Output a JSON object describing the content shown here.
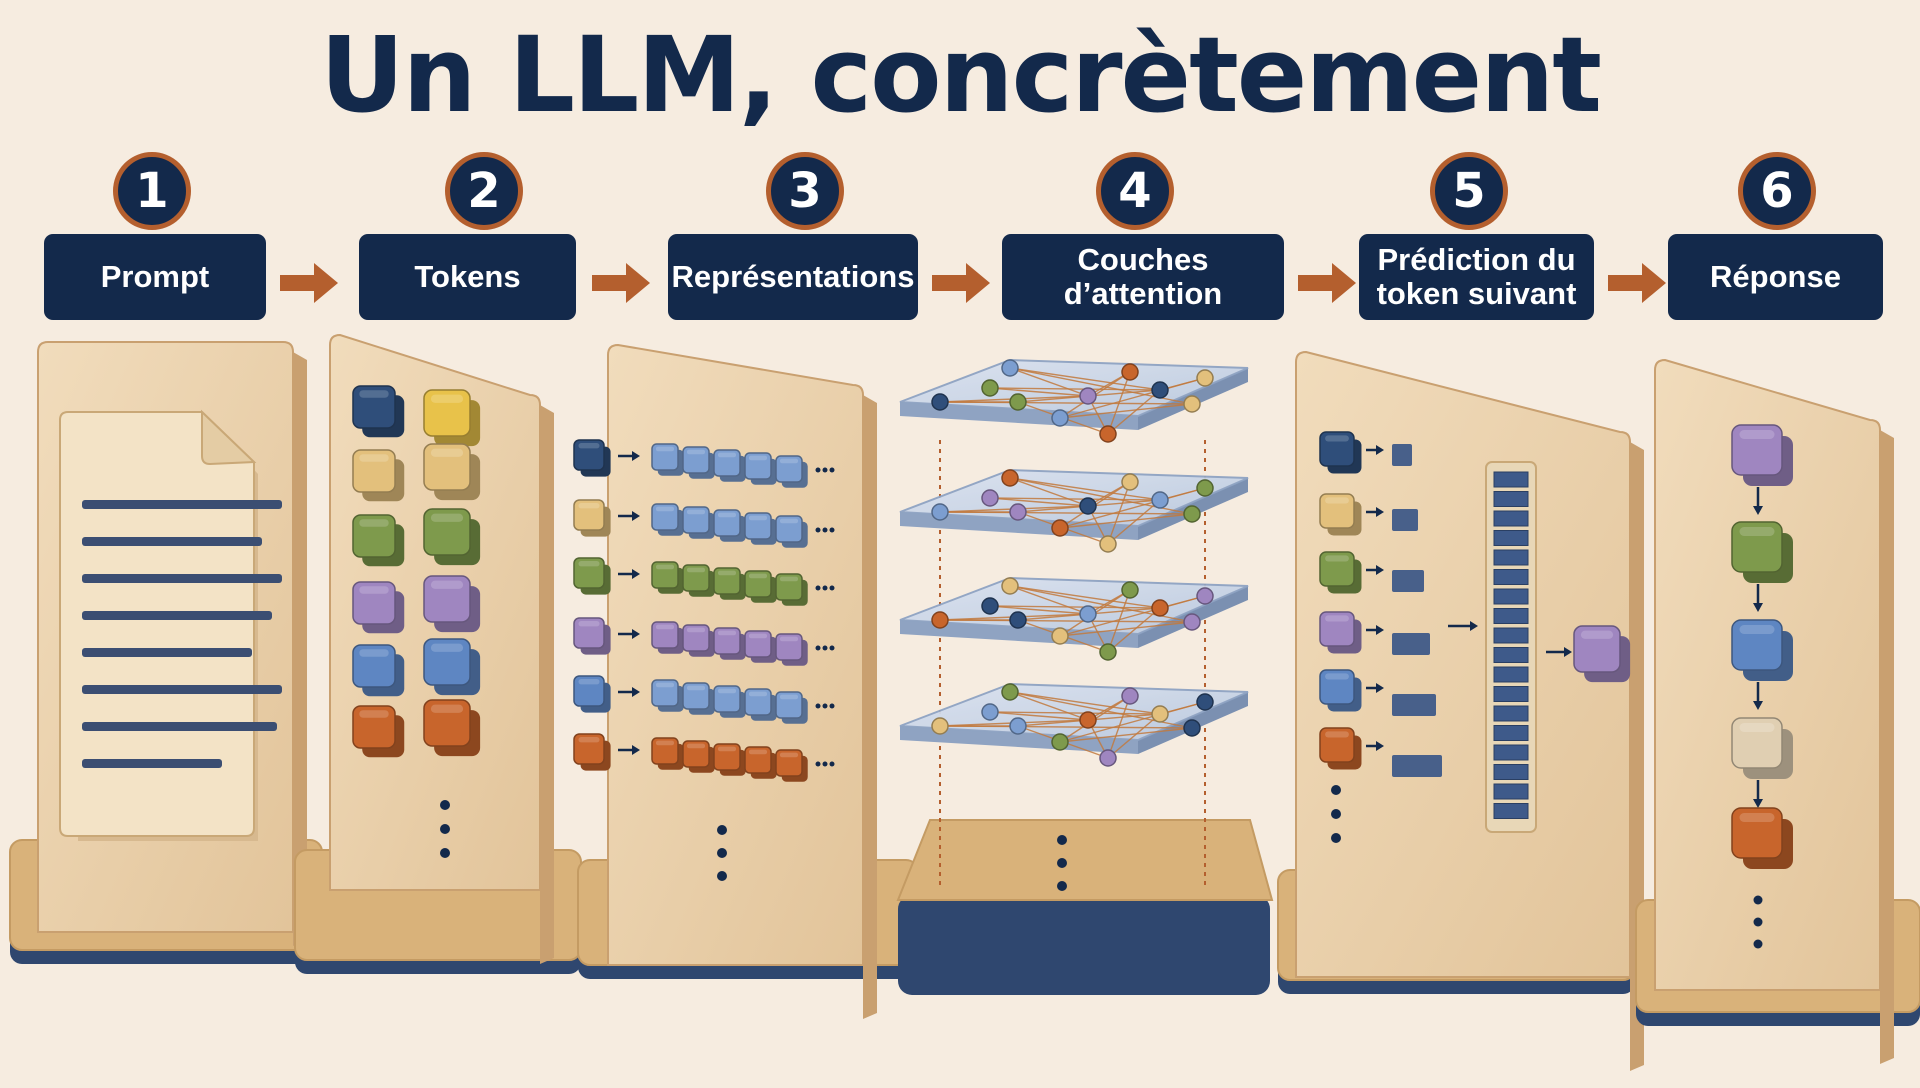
{
  "title": "Un LLM, concrètement",
  "steps": [
    {
      "number": "1",
      "label": "Prompt"
    },
    {
      "number": "2",
      "label": "Tokens"
    },
    {
      "number": "3",
      "label": "Représentations"
    },
    {
      "number": "4",
      "label": "Couches d’attention"
    },
    {
      "number": "5",
      "label": "Prédiction du\ntoken suivant"
    },
    {
      "number": "6",
      "label": "Réponse"
    }
  ],
  "colors": {
    "navy": "#13294b",
    "arrow": "#b45f2e",
    "panel": "#ecd5b3",
    "background": "#f6ece0",
    "tokens": [
      "#2f4e7a",
      "#e3c07c",
      "#7e9a4c",
      "#9f86c0",
      "#5e86c2",
      "#c8652c"
    ],
    "tokens_col2": [
      "#e8c24a",
      "#e3c07c",
      "#7e9a4c",
      "#9f86c0",
      "#5e86c2",
      "#c8652c"
    ],
    "response_blocks": [
      "#9f86c0",
      "#7e9a4c",
      "#5e86c2",
      "#e0cfb2",
      "#c8652c"
    ]
  },
  "icons": {
    "prompt": "document-icon",
    "flow_arrow": "right-arrow-icon",
    "continuation": "vertical-ellipsis-icon"
  }
}
